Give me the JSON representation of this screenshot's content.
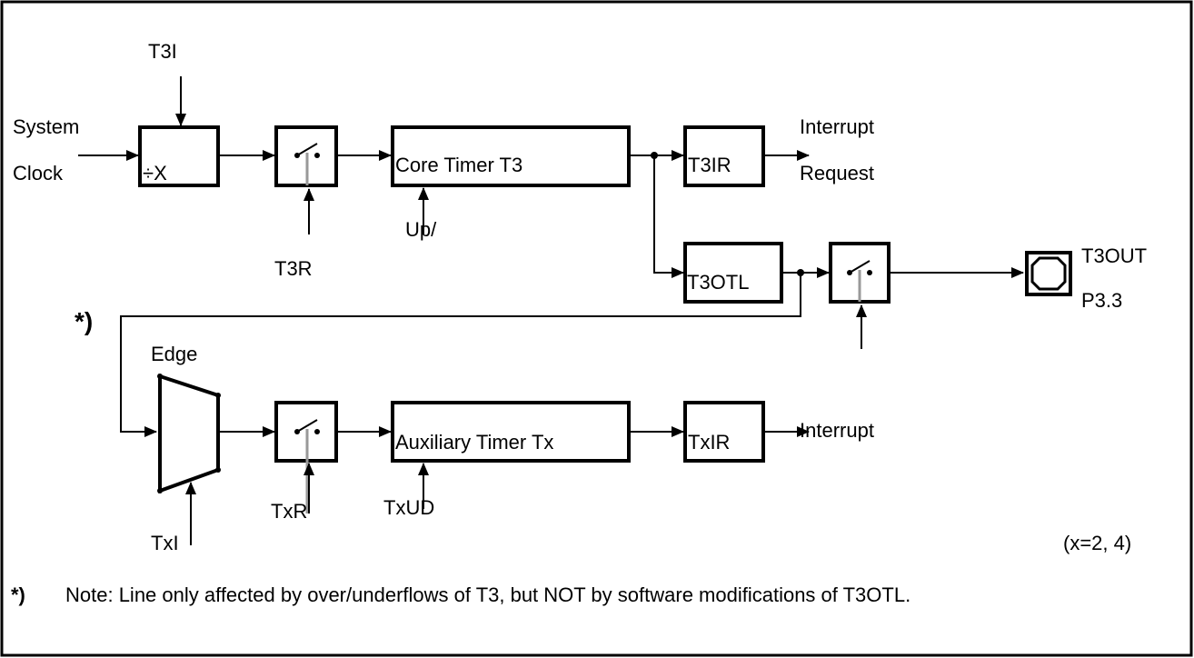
{
  "labels": {
    "t3i": "T3I",
    "system": "System",
    "clock": "Clock",
    "div_x": "÷X",
    "t3r": "T3R",
    "core_timer": "Core Timer  T3",
    "up": "Up/",
    "t3ir": "T3IR",
    "interrupt_top": "Interrupt",
    "request": "Request",
    "t3otl": "T3OTL",
    "t3out": "T3OUT",
    "p33": "P3.3",
    "star_mark": "*)",
    "edge": "Edge",
    "txr": "TxR",
    "aux_timer": "Auxiliary Timer  Tx",
    "txud": "TxUD",
    "txir": "TxIR",
    "interrupt_bottom": "Interrupt",
    "txi": "TxI",
    "xrange": "(x=2, 4)"
  },
  "footnote": {
    "mark": "*)",
    "text": "Note: Line only affected by over/underflows of T3, but NOT by software modifications of T3OTL."
  },
  "colors": {
    "line": "#000000",
    "switch_gate": "#999999"
  }
}
